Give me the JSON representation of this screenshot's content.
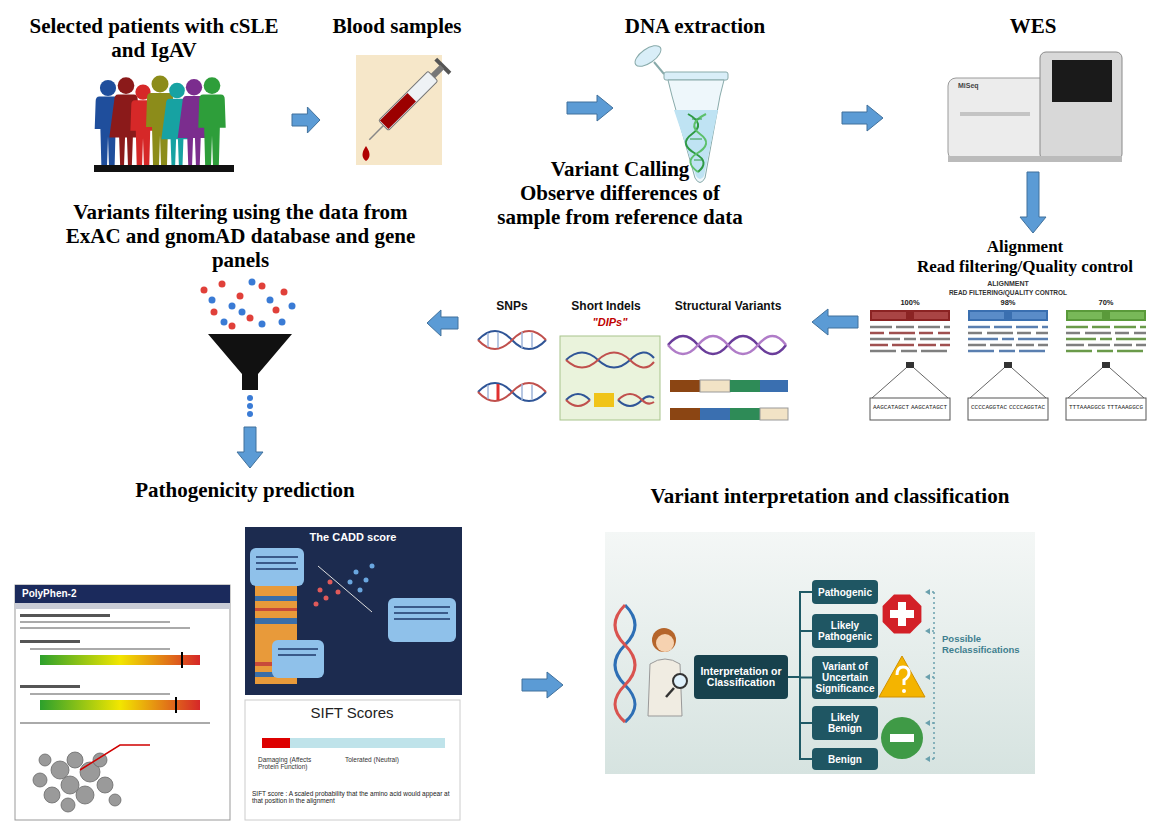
{
  "diagram": {
    "nodes": [
      {
        "text": [
          "Selected patients with cSLE and IgAV"
        ]
      },
      {
        "text": [
          "Blood samples"
        ]
      },
      {
        "text": [
          "DNA extraction"
        ]
      },
      {
        "text": [
          "WES"
        ]
      },
      {
        "text": [
          "Alignment",
          "Read filtering/Quality control"
        ]
      },
      {
        "text": [
          "Variant Calling",
          "Observe differences of sample from reference data"
        ]
      },
      {
        "text": [
          "Variants filtering using the data from ExAC and gnomAD database and gene panels"
        ]
      },
      {
        "text": [
          "Pathogenicity prediction"
        ]
      },
      {
        "text": [
          "Variant interpretation and classification"
        ]
      },
      {
        "text": [
          "Interpretation or Classification"
        ],
        "in": 8
      },
      {
        "text": [
          "Pathogenic"
        ],
        "in": 8
      },
      {
        "text": [
          "Likely Pathogenic"
        ],
        "in": 8
      },
      {
        "text": [
          "Variant of Uncertain Significance"
        ],
        "in": 8
      },
      {
        "text": [
          "Likely Benign"
        ],
        "in": 8
      },
      {
        "text": [
          "Benign"
        ],
        "in": 8
      }
    ],
    "edges": [
      {
        "from": 0,
        "to": 1,
        "arrow": "to"
      },
      {
        "from": 1,
        "to": 2,
        "arrow": "to"
      },
      {
        "from": 2,
        "to": 3,
        "arrow": "to"
      },
      {
        "from": 3,
        "to": 4,
        "arrow": "to"
      },
      {
        "from": 4,
        "to": 5,
        "arrow": "to"
      },
      {
        "from": 5,
        "to": 6,
        "arrow": "to"
      },
      {
        "from": 6,
        "to": 7,
        "arrow": "to"
      },
      {
        "from": 7,
        "to": 8,
        "arrow": "to"
      },
      {
        "from": 9,
        "to": 10,
        "arrow": "none"
      },
      {
        "from": 9,
        "to": 11,
        "arrow": "none"
      },
      {
        "from": 9,
        "to": 12,
        "arrow": "none"
      },
      {
        "from": 9,
        "to": 13,
        "arrow": "none"
      },
      {
        "from": 9,
        "to": 14,
        "arrow": "none"
      }
    ],
    "labels": [
      "MiSeq",
      "ALIGNMENT",
      "READ FILTERING/QUALITY CONTROL",
      "100%",
      "98%",
      "70%",
      "AAGCATAGCT",
      "AAGCATAGCT",
      "CCCCAGGTAC",
      "CCCCAGGTAC",
      "TTTAAAGGCG",
      "TTTAAAGGCG",
      "SNPs",
      "Short Indels",
      "\"DIPs\"",
      "Structural Variants",
      "PolyPhen-2",
      "The CADD score",
      "SIFT Scores",
      "Damaging (Affects Protein Function)",
      "Tolerated (Neutral)",
      "SIFT score : A scaled probability that the amino acid would appear at that position in the alignment",
      "Possible Reclassifications"
    ]
  }
}
